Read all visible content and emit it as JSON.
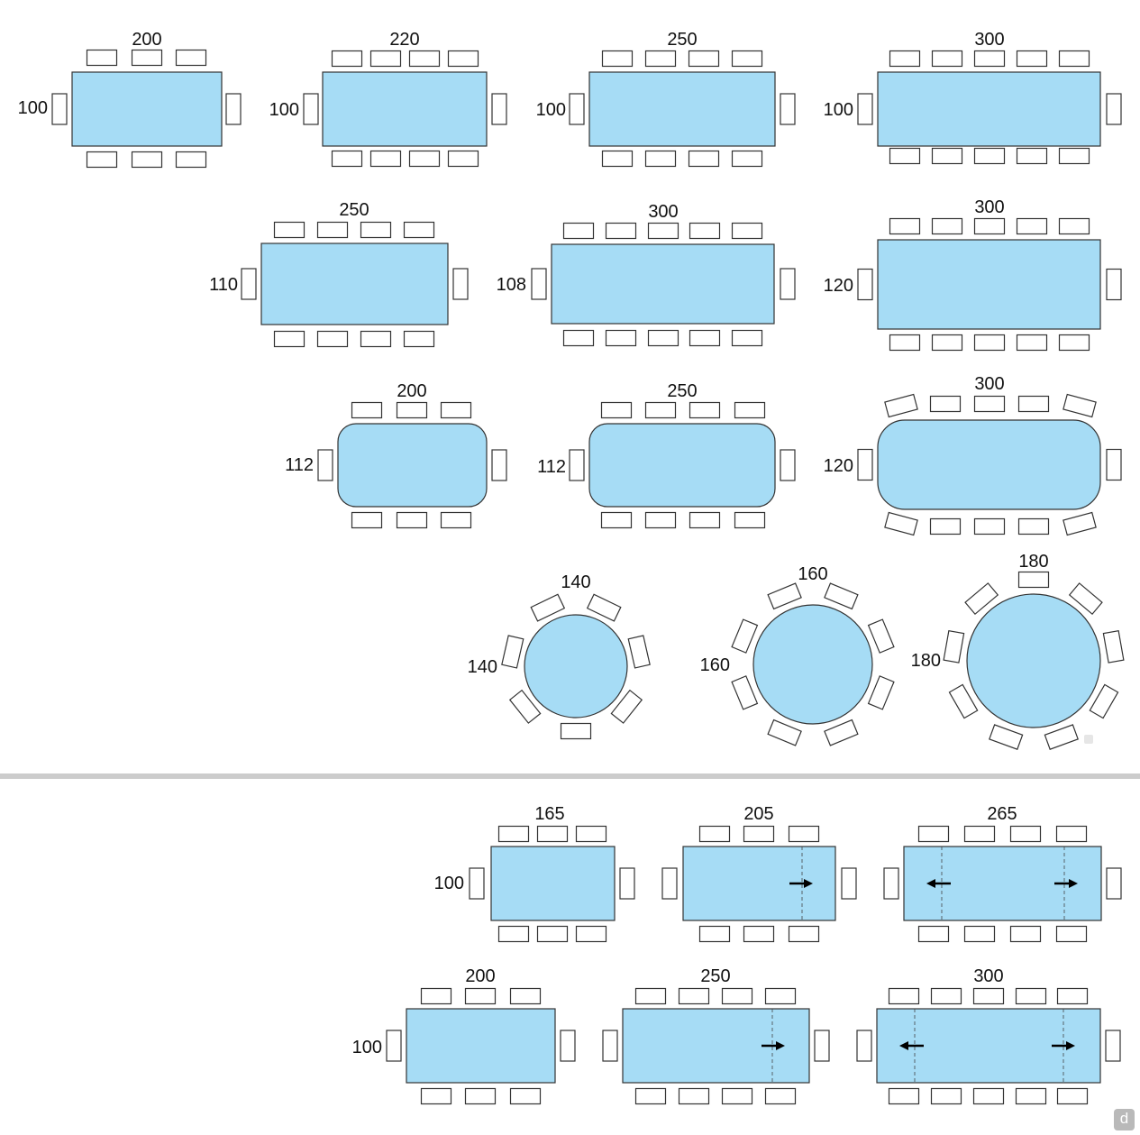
{
  "colors": {
    "table_fill": "#a6dcf5",
    "divider": "#cccccc"
  },
  "fixed_tables": [
    {
      "shape": "rectangular",
      "width": "200",
      "depth": "100"
    },
    {
      "shape": "rectangular",
      "width": "220",
      "depth": "100"
    },
    {
      "shape": "rectangular",
      "width": "250",
      "depth": "100"
    },
    {
      "shape": "rectangular",
      "width": "300",
      "depth": "100"
    },
    {
      "shape": "rectangular",
      "width": "250",
      "depth": "110"
    },
    {
      "shape": "rectangular",
      "width": "300",
      "depth": "108"
    },
    {
      "shape": "rectangular",
      "width": "300",
      "depth": "120"
    },
    {
      "shape": "rounded",
      "width": "200",
      "depth": "112"
    },
    {
      "shape": "rounded",
      "width": "250",
      "depth": "112"
    },
    {
      "shape": "rounded",
      "width": "300",
      "depth": "120"
    },
    {
      "shape": "round",
      "width": "140",
      "depth": "140"
    },
    {
      "shape": "round",
      "width": "160",
      "depth": "160"
    },
    {
      "shape": "round",
      "width": "180",
      "depth": "180"
    }
  ],
  "extendable_tables": [
    {
      "width": "165",
      "depth": "100"
    },
    {
      "width": "205",
      "depth": ""
    },
    {
      "width": "265",
      "depth": ""
    },
    {
      "width": "200",
      "depth": "100"
    },
    {
      "width": "250",
      "depth": ""
    },
    {
      "width": "300",
      "depth": ""
    }
  ],
  "logo": {
    "letter": "d"
  }
}
